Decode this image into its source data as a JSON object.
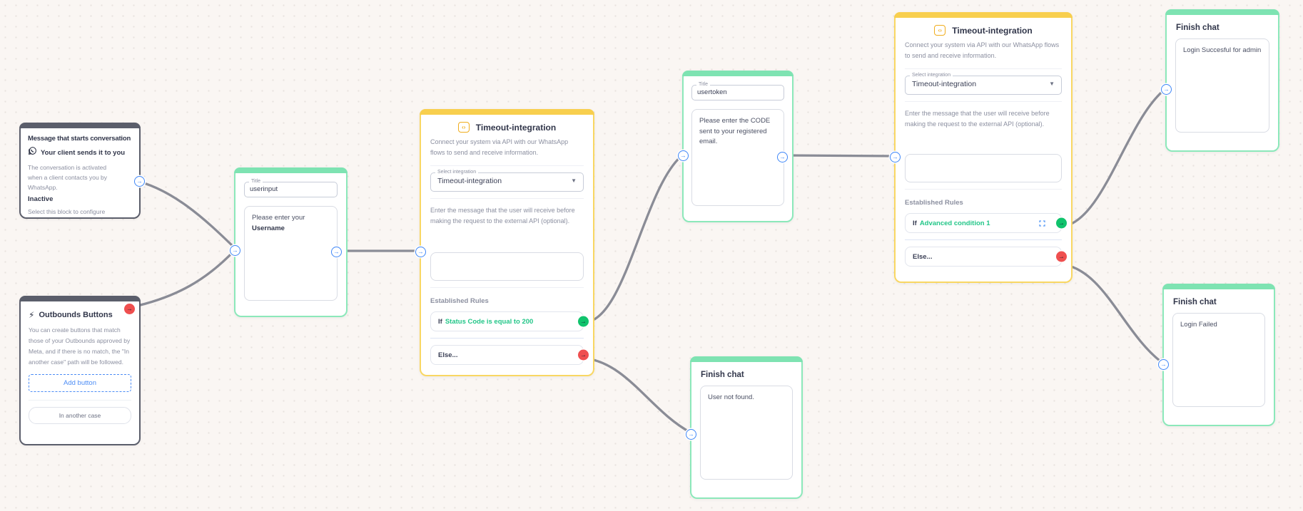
{
  "colors": {
    "edge": "#8a8c96",
    "node_dark": "#5b5e6b",
    "node_green": "#7ee3b2",
    "node_yellow": "#f8cf4e",
    "accent_blue": "#4b8cf5",
    "condition_green": "#23c688",
    "handle_green": "#10c36c",
    "handle_red": "#ef4f4f"
  },
  "icons": {
    "arrow": "→",
    "caret_down": "▼",
    "bolt": "⚡",
    "integration_glyph": "‹›"
  },
  "nodes": {
    "start": {
      "title": "Message that starts conversation",
      "subtitle": "Your client sends it to you",
      "description": "The conversation is activated when a client contacts you by WhatsApp.",
      "status": "Inactive",
      "hint": "Select this block to configure"
    },
    "outbounds": {
      "title": "Outbounds Buttons",
      "description": "You can create buttons that match those of your Outbounds approved by Meta, and if there is no match, the \"In another case\" path will be followed.",
      "add_button_label": "Add button",
      "fallback_label": "In another case"
    },
    "userinput": {
      "field_label": "Title",
      "field_value": "userinput",
      "message_line1": "Please enter your",
      "message_line2": "Username"
    },
    "usertoken": {
      "field_label": "Title",
      "field_value": "usertoken",
      "message": "Please enter the CODE sent to your registered email."
    },
    "timeout1": {
      "title": "Timeout-integration",
      "description": "Connect your system via API with our WhatsApp flows to send and receive information.",
      "select_label": "Select integration",
      "select_value": "Timeout-integration",
      "message_hint": "Enter the message that the user will receive before making the request to the external API (optional).",
      "rules_heading": "Established Rules",
      "rule_if": "If",
      "rule_condition": "Status Code is equal to 200",
      "else_label": "Else..."
    },
    "timeout2": {
      "title": "Timeout-integration",
      "description": "Connect your system via API with our WhatsApp flows to send and receive information.",
      "select_label": "Select integration",
      "select_value": "Timeout-integration",
      "message_hint": "Enter the message that the user will receive before making the request to the external API (optional).",
      "rules_heading": "Established Rules",
      "rule_if": "If",
      "rule_condition": "Advanced condition 1",
      "else_label": "Else..."
    },
    "finish_success": {
      "title": "Finish chat",
      "message": "Login Succesful for admin"
    },
    "finish_failed": {
      "title": "Finish chat",
      "message": "Login Failed"
    },
    "finish_notfound": {
      "title": "Finish chat",
      "message": "User not found."
    }
  }
}
